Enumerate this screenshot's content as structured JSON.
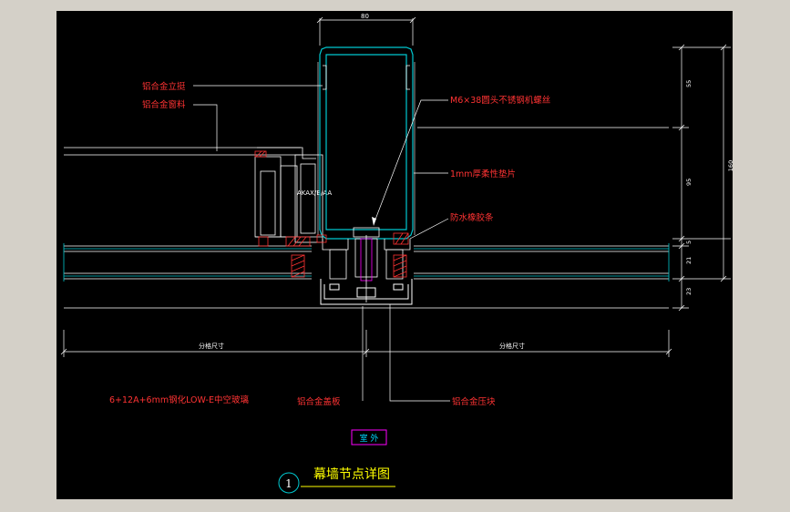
{
  "labels": {
    "mullion": "铝合金立挺",
    "transom_frame": "铝合金窗料",
    "bolt": "M6×38圆头不锈钢机螺丝",
    "gasket": "1mm厚柔性垫片",
    "seal": "防水橡胶条",
    "glass": "6+12A+6mm钢化LOW-E中空玻璃",
    "cover_plate": "铝合金盖板",
    "pressure_plate": "铝合金压块",
    "exterior": "室 外",
    "title": "幕墙节点详图",
    "node_number": "1",
    "small_note": "AKAX/B/AA"
  },
  "dimensions": {
    "top_width": "80",
    "span_left": "分格尺寸",
    "span_right": "分格尺寸",
    "right_seg_1": "55",
    "right_seg_2": "95",
    "right_seg_3": "5",
    "right_seg_4": "21",
    "right_seg_5": "23",
    "right_total": "160"
  },
  "colors": {
    "background": "#000000",
    "profile": "#00c8d0",
    "line": "#ffffff",
    "label": "#ff3333",
    "title": "#ffff00",
    "exterior_box": "#ff00ff",
    "dimension": "#ffffff"
  }
}
